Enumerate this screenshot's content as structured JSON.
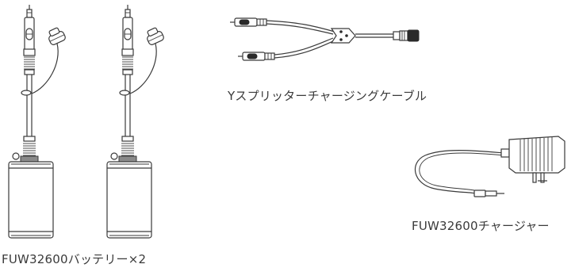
{
  "captions": {
    "batteries": "FUW32600バッテリー×2",
    "splitter": "Yスプリッターチャージングケーブル",
    "charger": "FUW32600チャージャー"
  },
  "images": {
    "battery_icon": "battery-pack-icon",
    "splitter_icon": "y-splitter-cable-icon",
    "charger_icon": "wall-charger-icon"
  }
}
